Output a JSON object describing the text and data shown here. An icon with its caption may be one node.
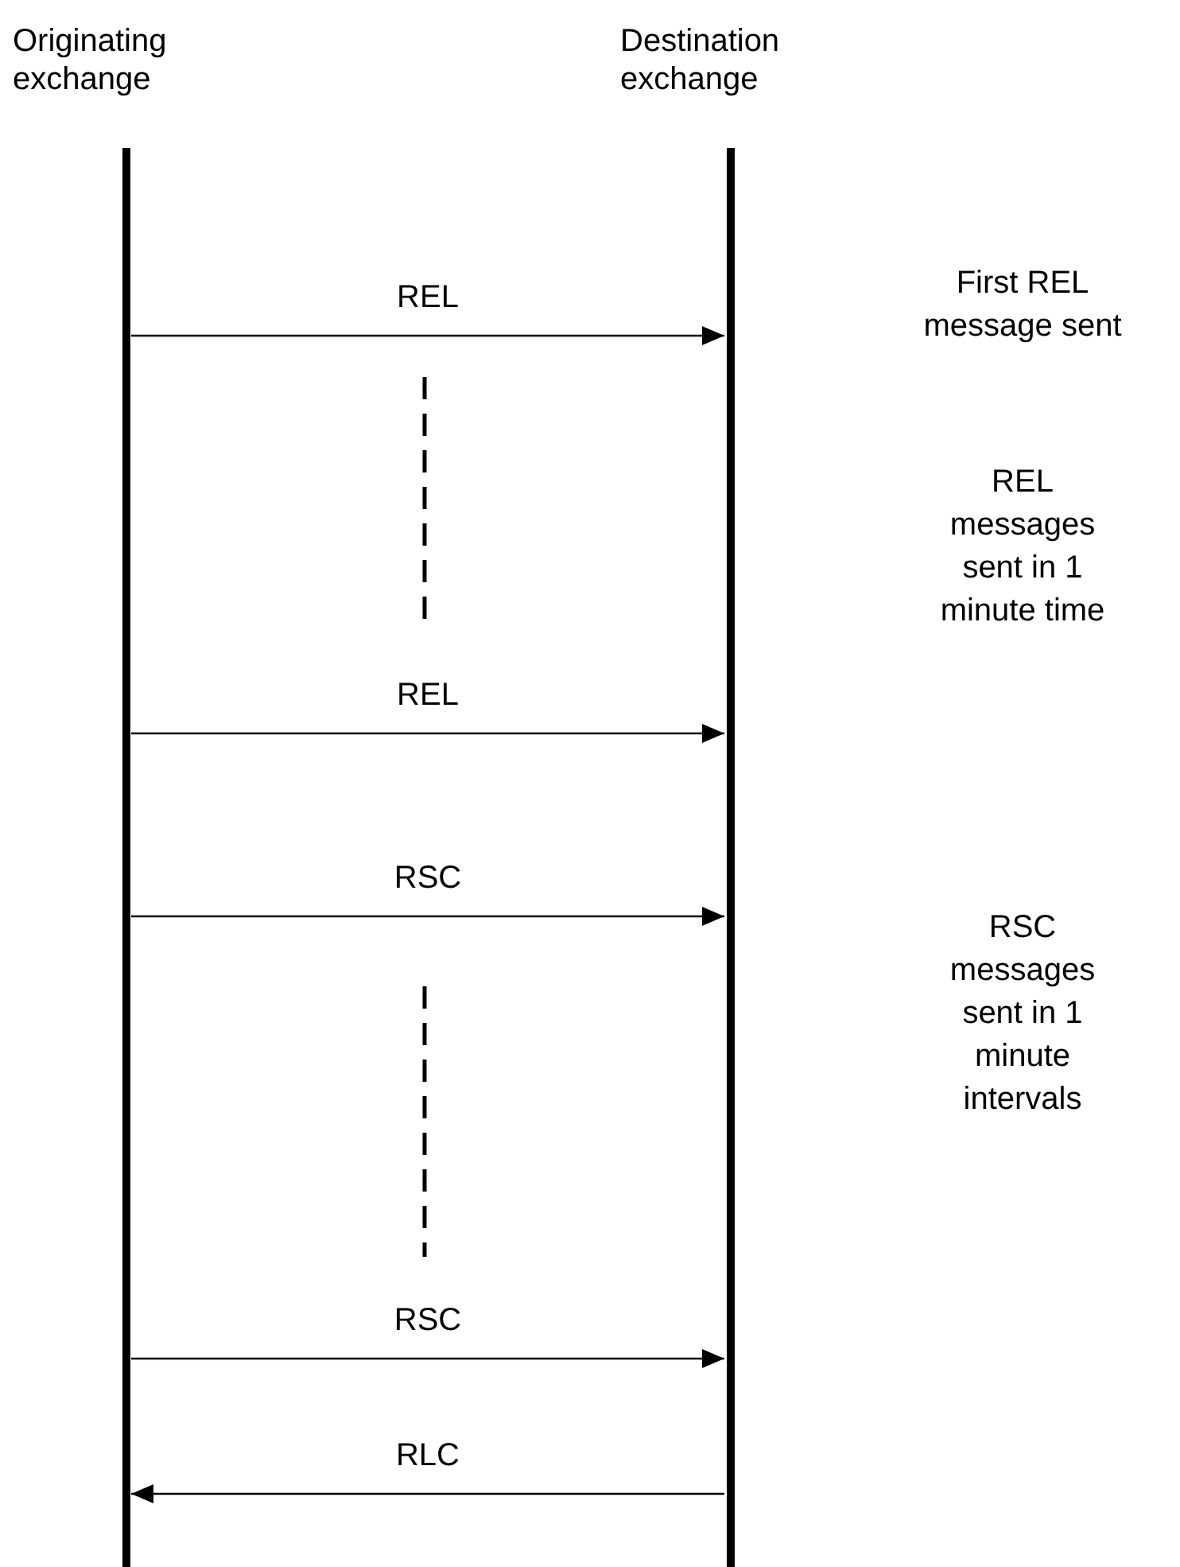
{
  "diagram": {
    "nodes": [
      {
        "text": [
          "Originating exchange"
        ]
      },
      {
        "text": [
          "Destination exchange"
        ]
      }
    ],
    "edges": [
      {
        "from": 0,
        "to": 1,
        "arrow": "to",
        "label": "REL"
      },
      {
        "from": 0,
        "to": 1,
        "arrow": "to",
        "label": "REL"
      },
      {
        "from": 0,
        "to": 1,
        "arrow": "to",
        "label": "RSC"
      },
      {
        "from": 0,
        "to": 1,
        "arrow": "to",
        "label": "RSC"
      },
      {
        "from": 1,
        "to": 0,
        "arrow": "to",
        "label": "RLC"
      }
    ],
    "labels": [
      "First REL message sent",
      "REL messages sent in 1 minute time",
      "RSC messages sent in 1 minute intervals"
    ]
  }
}
